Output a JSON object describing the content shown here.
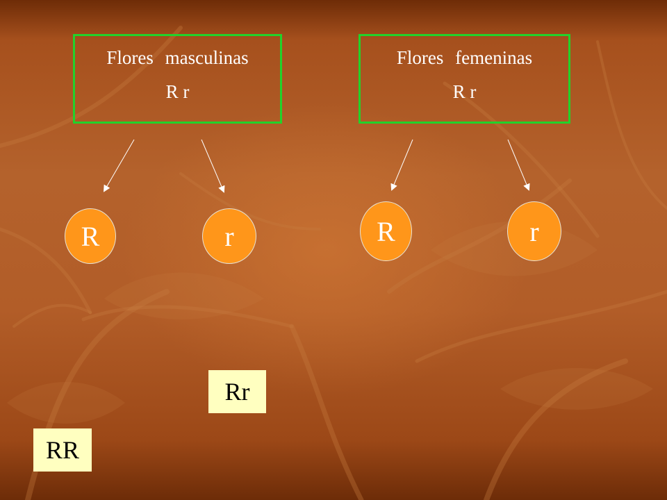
{
  "theme": {
    "background": "#b05a25",
    "box_border": "#22d22b",
    "gamete_fill": "#ff961a",
    "result_fill": "#ffffc0",
    "arrow": "#ffffff"
  },
  "parents": {
    "male": {
      "title": "Flores masculinas",
      "genotype": "R r"
    },
    "female": {
      "title": "Flores femeninas",
      "genotype": "R r"
    }
  },
  "gametes": {
    "male": [
      "R",
      "r"
    ],
    "female": [
      "R",
      "r"
    ]
  },
  "results": [
    "Rr",
    "RR"
  ]
}
